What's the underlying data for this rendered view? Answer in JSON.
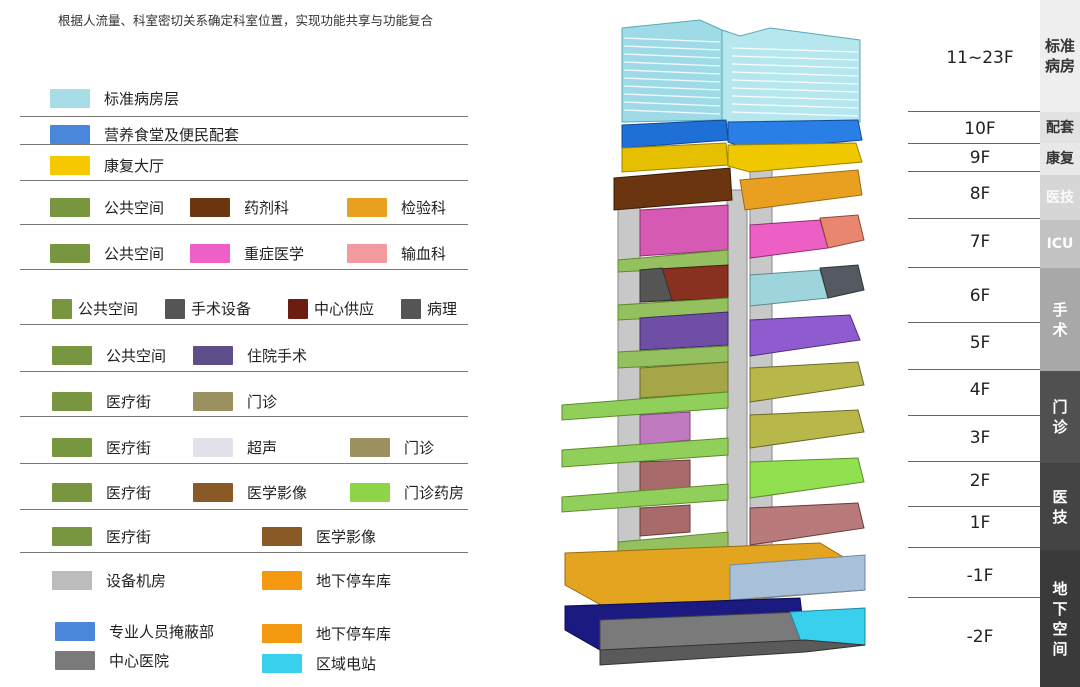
{
  "heading": "根据人流量、科室密切关系确定科室位置，实现功能共享与功能复合",
  "legend": {
    "r1": {
      "label": "标准病房层",
      "color": "#a8dde8"
    },
    "r2": {
      "label": "营养食堂及便民配套",
      "color": "#4a86d9"
    },
    "r3": {
      "label": "康复大厅",
      "color": "#f5c800"
    },
    "r4": [
      {
        "label": "公共空间",
        "color": "#77963f"
      },
      {
        "label": "药剂科",
        "color": "#6b3510"
      },
      {
        "label": "检验科",
        "color": "#e8a020"
      }
    ],
    "r5": [
      {
        "label": "公共空间",
        "color": "#77963f"
      },
      {
        "label": "重症医学",
        "color": "#ef5fc8"
      },
      {
        "label": "输血科",
        "color": "#f29aa0"
      }
    ],
    "r6": [
      {
        "label": "公共空间",
        "color": "#77963f"
      },
      {
        "label": "手术设备",
        "color": "#555555"
      },
      {
        "label": "中心供应",
        "color": "#6b1d12"
      },
      {
        "label": "病理",
        "color": "#555555"
      }
    ],
    "r7": [
      {
        "label": "公共空间",
        "color": "#77963f"
      },
      {
        "label": "住院手术",
        "color": "#5e4f8a"
      }
    ],
    "r8": [
      {
        "label": "医疗街",
        "color": "#77963f"
      },
      {
        "label": "门诊",
        "color": "#9a9060"
      }
    ],
    "r9": [
      {
        "label": "医疗街",
        "color": "#77963f"
      },
      {
        "label": "超声",
        "color": "#e4e0ea"
      },
      {
        "label": "门诊",
        "color": "#9a9060"
      }
    ],
    "r10": [
      {
        "label": "医疗街",
        "color": "#77963f"
      },
      {
        "label": "医学影像",
        "color": "#8a5a26"
      },
      {
        "label": "门诊药房",
        "color": "#8fd448"
      }
    ],
    "r11": [
      {
        "label": "医疗街",
        "color": "#77963f"
      },
      {
        "label": "医学影像",
        "color": "#8a5a26"
      }
    ],
    "r12": [
      {
        "label": "设备机房",
        "color": "#bdbdbd"
      },
      {
        "label": "地下停车库",
        "color": "#f59a10"
      }
    ],
    "r13": [
      {
        "label": "专业人员掩蔽部",
        "color": "#4a86d9"
      },
      {
        "label": "地下停车库",
        "color": "#f59a10"
      }
    ],
    "r14": [
      {
        "label": "中心医院",
        "color": "#7a7a7a"
      },
      {
        "label": "区域电站",
        "color": "#38d0ec"
      }
    ]
  },
  "floors": [
    "11~23F",
    "10F",
    "9F",
    "8F",
    "7F",
    "6F",
    "5F",
    "4F",
    "3F",
    "2F",
    "1F",
    "-1F",
    "-2F"
  ],
  "zones": {
    "ward": "标准病房",
    "support": "配套",
    "rehab": "康复",
    "med_tech_upper": "医技",
    "icu": "ICU",
    "surgery": "手术",
    "outpatient": "门诊",
    "med_tech_lower": "医技",
    "underground": "地下空间"
  },
  "zone_colors": {
    "light": "#eeeeee",
    "mid": "#c2c2c2",
    "dark": "#505050",
    "darker": "#444444",
    "darkest": "#3a3a3a"
  }
}
